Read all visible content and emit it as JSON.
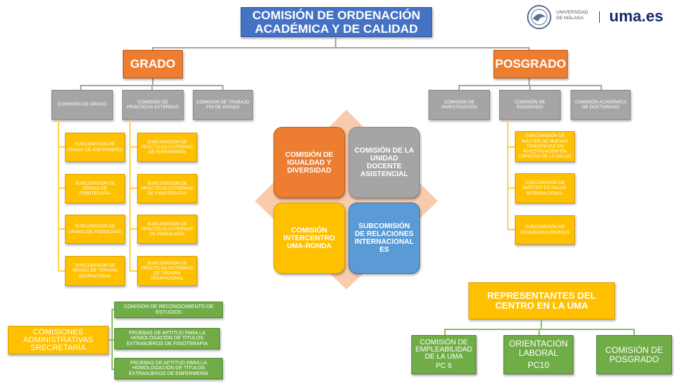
{
  "title": "COMISIÓN DE ORDENACIÓN ACADÉMICA Y DE CALIDAD",
  "logo": {
    "university_line1": "UNIVERSIDAD",
    "university_line2": "DE MÁLAGA",
    "brand": "uma.es"
  },
  "grado": {
    "label": "GRADO",
    "columns": [
      "COMISIÓN DE GRADO",
      "COMISIÓN DE PRÁCTICAS EXTERNAS",
      "COMISIÓN DE TRABAJO FIN DE GRADO"
    ],
    "sub_left": [
      "SUBCOMISIÓN DE GRADO DE ENFERMERÍA",
      "SUBCOMISIÓN DE GRADO DE FISIOTERAPIA",
      "SUBCOMISIÓN DE GRADO DE PODOLOGÍA",
      "SUBCOMISIÓN DE GRADO DE TERAPIA OCUPACIONAL"
    ],
    "sub_right": [
      "SUBCOMISIÓN DE PRÁCTICAS EXTERNAS DE ENFERMERÍA",
      "SUBCOMISIÓN DE PRÁCTICAS EXTERNAS DE FISIOTERAPIA",
      "SUBCOMISIÓN DE PRÁCTICAS EXTERNAS DE PODOLOGÍA",
      "SUBCOMISIÓN DE PRÁCTICAS EXTERNAS DE TERAPIA OCUPACIONAL"
    ]
  },
  "posgrado": {
    "label": "POSGRADO",
    "columns": [
      "COMISIÓN DE INVESTIGACIÓN",
      "COMISIÓN DE POSGRADO",
      "COMISIÓN ACADÉMICA DE DOCTORADO"
    ],
    "sub": [
      "SUBCOMISIÓN DE MÁSTER DE NUEVAS TENDENCIAS EN INVESTIGACIÓN EN CIENCIAS DE LA SALUD",
      "SUBCOMISIÓN DE MÁSTER EN SALUD INTERNACIONAL",
      "SUBCOMISIÓN DE ENSEÑAZAS PROPIAS"
    ]
  },
  "center": {
    "igualdad": "COMISIÓN DE IGUALDAD Y DIVERSIDAD",
    "docente": "COMISIÓN DE LA UNIDAD DOCENTE ASISTENCIAL",
    "intercentro": "COMISIÓN INTERCENTRO UMA-RONDA",
    "relaciones": "SUBCOMISIÓN DE RELACIONES INTERNACIONAL ES"
  },
  "admin": {
    "label": "COMISIONES ADMINISTRATIVAS SRECRETARÍA",
    "items": [
      "COMISIÓN DE RECONOCIMIENTO DE ESTUDIOS",
      "PRUEBAS DE APTITUD PARA LA HOMOLOGACIÓN DE TÍTULOS EXTRANJEROS DE FISIOTERAPIA",
      "PRUEBAS DE APTITUD PARA LA HOMOLOGACIÓN DE TÍTULOS EXTRANJEROS DE ENFERMERÍA"
    ]
  },
  "representantes": {
    "label": "REPRESENTANTES DEL CENTRO EN LA UMA",
    "items": [
      {
        "label": "COMISIÓN DE EMPLEABILIDAD DE LA UMA",
        "code": "PC 6"
      },
      {
        "label": "ORIENTACIÓN LABORAL",
        "code": "PC10"
      },
      {
        "label": "COMISIÓN DE POSGRADO",
        "code": ""
      }
    ]
  }
}
